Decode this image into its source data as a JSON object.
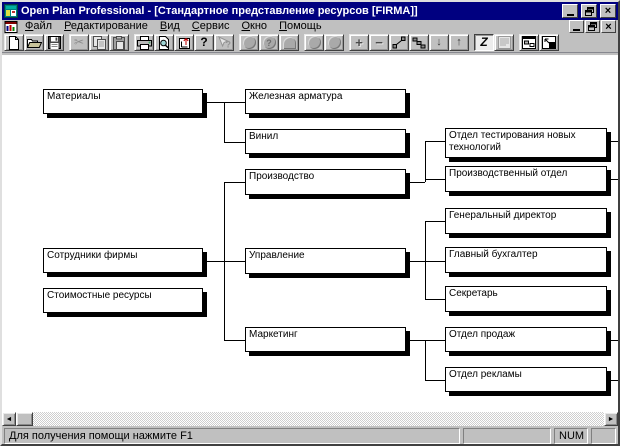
{
  "titlebar": {
    "title": "Open Plan Professional - [Стандартное представление ресурсов [FIRMA]]"
  },
  "menubar": {
    "items": [
      "Файл",
      "Редактирование",
      "Вид",
      "Сервис",
      "Окно",
      "Помощь"
    ]
  },
  "toolbar": {
    "button_names": [
      "new",
      "open",
      "save",
      "cut",
      "copy",
      "paste",
      "print",
      "print-preview",
      "data-transfer",
      "help",
      "context-help",
      "shape-circle",
      "shape-circle-question",
      "shape-arch",
      "shape-circle-2",
      "shape-circle-3",
      "expand-plus",
      "collapse-minus",
      "link-nodes",
      "level-steps",
      "move-down",
      "move-up",
      "zoom-z",
      "notes-form",
      "window-elements",
      "window-fit"
    ],
    "glyphs": {
      "cut": "✂",
      "help": "?",
      "circle_question": "?",
      "plus": "+",
      "minus": "−",
      "down": "↓",
      "up": "↑",
      "z": "Z"
    }
  },
  "window_controls": {
    "close": "×"
  },
  "tree": {
    "nodes": [
      {
        "label": "Материалы"
      },
      {
        "label": "Сотрудники фирмы"
      },
      {
        "label": "Стоимостные ресурсы"
      },
      {
        "label": "Железная арматура"
      },
      {
        "label": "Винил"
      },
      {
        "label": "Производство"
      },
      {
        "label": "Управление"
      },
      {
        "label": "Маркетинг"
      },
      {
        "label": "Отдел тестирования новых технологий"
      },
      {
        "label": "Производственный отдел"
      },
      {
        "label": "Генеральный директор"
      },
      {
        "label": "Главный бухгалтер"
      },
      {
        "label": "Секретарь"
      },
      {
        "label": "Отдел продаж"
      },
      {
        "label": "Отдел рекламы"
      }
    ],
    "hierarchy": {
      "Материалы": [
        "Железная арматура",
        "Винил"
      ],
      "Сотрудники фирмы": [
        "Производство",
        "Управление",
        "Маркетинг"
      ],
      "Производство": [
        "Отдел тестирования новых технологий",
        "Производственный отдел"
      ],
      "Управление": [
        "Генеральный директор",
        "Главный бухгалтер",
        "Секретарь"
      ],
      "Маркетинг": [
        "Отдел продаж",
        "Отдел рекламы"
      ]
    }
  },
  "scrollbar": {
    "left": "◄",
    "right": "►"
  },
  "statusbar": {
    "message": "Для получения помощи нажмите F1",
    "num": "NUM"
  }
}
